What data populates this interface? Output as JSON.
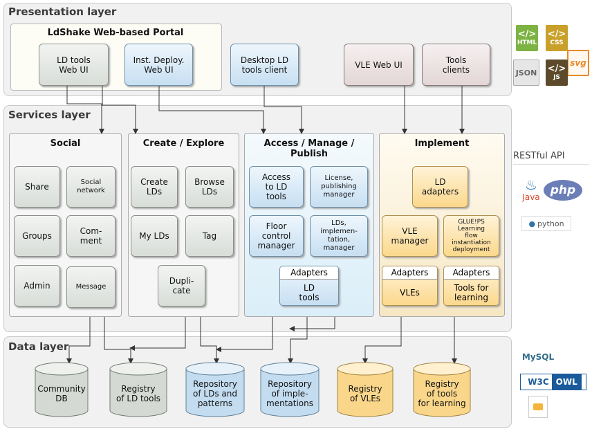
{
  "layers": {
    "presentation": "Presentation layer",
    "services": "Services layer",
    "data": "Data layer"
  },
  "presentation": {
    "portal_title": "LdShake Web-based Portal",
    "ld_tools_web_ui": "LD tools\nWeb UI",
    "inst_deploy_web_ui": "Inst. Deploy.\nWeb UI",
    "desktop_client": "Desktop LD\ntools client",
    "vle_web_ui": "VLE Web UI",
    "tools_clients": "Tools\nclients"
  },
  "services": {
    "social": {
      "title": "Social",
      "share": "Share",
      "social_network": "Social\nnetwork",
      "groups": "Groups",
      "comment": "Com-\nment",
      "admin": "Admin",
      "message": "Message"
    },
    "create": {
      "title": "Create / Explore",
      "create_lds": "Create\nLDs",
      "browse_lds": "Browse\nLDs",
      "my_lds": "My LDs",
      "tag": "Tag",
      "duplicate": "Dupli-\ncate"
    },
    "access": {
      "title": "Access / Manage /\nPublish",
      "access_ld_tools": "Access\nto LD\ntools",
      "license_manager": "License,\npublishing\nmanager",
      "floor_control": "Floor\ncontrol\nmanager",
      "impl_manager": "LDs,\nimplemen-\ntation,\nmanager",
      "adapters_header": "Adapters",
      "adapters_body": "LD\ntools"
    },
    "implement": {
      "title": "Implement",
      "ld_adapters": "LD\nadapters",
      "vle_manager": "VLE\nmanager",
      "glueps": "GLUE!PS\nLearning\nflow\ninstantiation\ndeployment",
      "adapters_vles_header": "Adapters",
      "adapters_vles_body": "VLEs",
      "adapters_tools_header": "Adapters",
      "adapters_tools_body": "Tools for\nlearning"
    }
  },
  "data": {
    "community_db": "Community\nDB",
    "registry_ld_tools": "Registry\nof LD tools",
    "repo_lds": "Repository\nof LDs and\npatterns",
    "repo_impl": "Repository\nof imple-\nmentations",
    "registry_vles": "Registry\nof VLEs",
    "registry_tools": "Registry\nof tools\nfor learning"
  },
  "sidebar": {
    "html": "HTML",
    "css": "CSS",
    "json": "JSON",
    "js": "JS",
    "svg": "svg",
    "restful_api": "RESTful API",
    "java": "Java",
    "php": "php",
    "python": "python",
    "mysql": "MySQL",
    "w3c": "W3C",
    "owl": "OWL"
  },
  "colors": {
    "grey": "#d8ddd8",
    "blue": "#c7dff2",
    "orange": "#fbd88c",
    "pink": "#e3d6d6"
  }
}
